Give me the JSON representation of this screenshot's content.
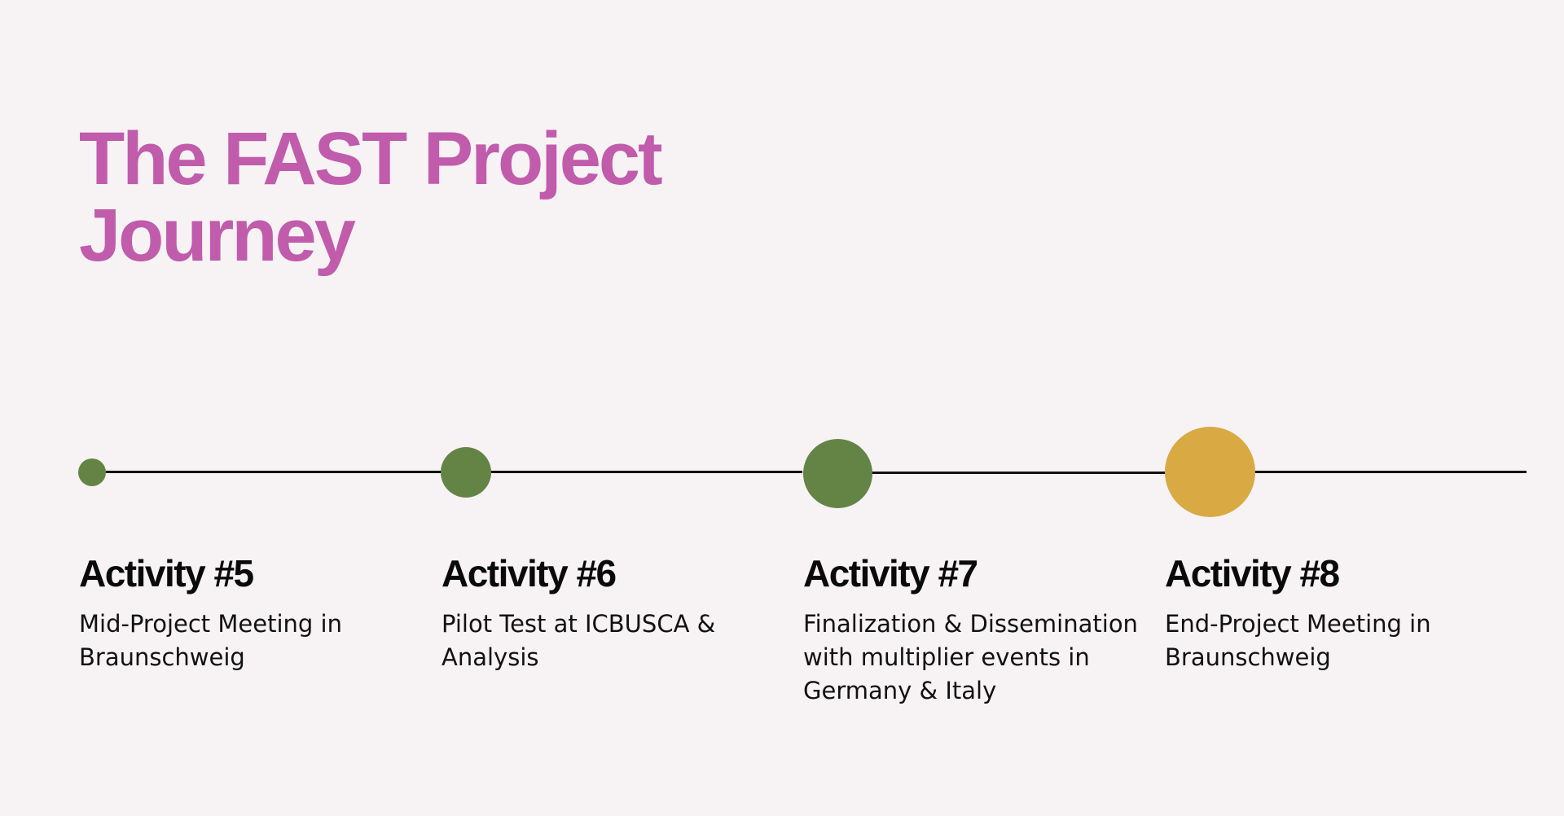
{
  "title": {
    "line1": "The FAST Project",
    "line2": "Journey"
  },
  "colors": {
    "background": "#f7f2f4",
    "title": "#c05cab",
    "green_dot": "#648445",
    "gold_dot": "#d9aa44",
    "line": "#111111"
  },
  "activities": [
    {
      "heading": "Activity #5",
      "description": [
        "Mid-Project Meeting in",
        "Braunschweig"
      ],
      "dot_color": "#648445"
    },
    {
      "heading": "Activity #6",
      "description": [
        "Pilot Test at ICBUSCA &",
        "Analysis"
      ],
      "dot_color": "#648445"
    },
    {
      "heading": "Activity #7",
      "description": [
        "Finalization & Dissemination",
        "with multiplier events in",
        "Germany & Italy"
      ],
      "dot_color": "#648445"
    },
    {
      "heading": "Activity #8",
      "description": [
        "End-Project Meeting in",
        "Braunschweig"
      ],
      "dot_color": "#d9aa44"
    }
  ]
}
